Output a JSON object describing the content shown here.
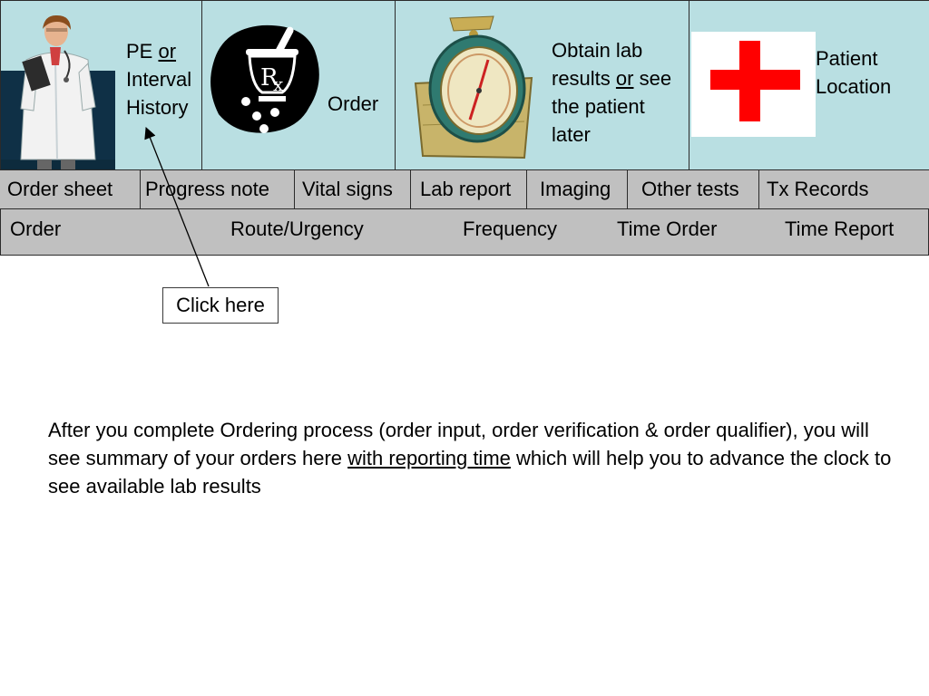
{
  "topbar": {
    "pe": {
      "line1a": "PE ",
      "line1b": "or",
      "line2": "Interval",
      "line3": "History"
    },
    "order": {
      "label": "Order"
    },
    "lab": {
      "line1": "Obtain lab",
      "line2a": "results ",
      "line2b": "or",
      "line2c": " see",
      "line3": "the patient",
      "line4": "later"
    },
    "location": {
      "line1": "Patient",
      "line2": "Location"
    }
  },
  "tabs": [
    {
      "label": "Order sheet"
    },
    {
      "label": "Progress note"
    },
    {
      "label": "Vital signs"
    },
    {
      "label": "Lab report"
    },
    {
      "label": "Imaging"
    },
    {
      "label": "Other tests"
    },
    {
      "label": "Tx Records"
    }
  ],
  "columns": {
    "order": "Order",
    "route": "Route/Urgency",
    "frequency": "Frequency",
    "time_order": "Time Order",
    "time_report": "Time Report"
  },
  "callout": {
    "label": "Click here"
  },
  "note": {
    "before": "After you complete Ordering process (order input, order verification & order qualifier), you will see summary of your orders here ",
    "underlined": "with reporting time",
    "after": " which will help you to advance the clock to see available lab results"
  },
  "colors": {
    "topbar_bg": "#b9dfe2",
    "tabs_bg": "#c0c0c0",
    "cross": "#ff0000"
  },
  "icons": [
    "doctor-icon",
    "mortar-pestle-rx-icon",
    "alarm-clock-icon",
    "red-cross-icon"
  ]
}
